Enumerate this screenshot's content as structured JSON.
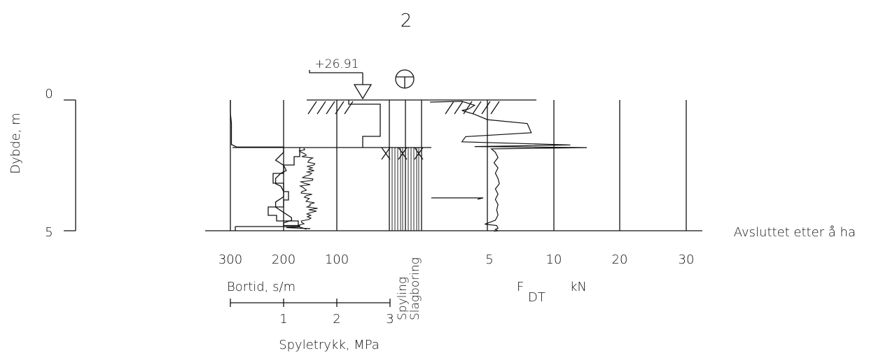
{
  "title": "2",
  "elevation_label": "+26.91",
  "ylabel": "Dybde, m",
  "depth_ticks": [
    "0",
    "5"
  ],
  "bortid": {
    "axis_label": "Bortid, s/m",
    "ticks": [
      "300",
      "200",
      "100"
    ]
  },
  "spyletrykk": {
    "axis_label": "Spyletrykk, MPa",
    "ticks": [
      "1",
      "2",
      "3"
    ]
  },
  "method_labels": [
    "Spyling",
    "Slagboring"
  ],
  "force": {
    "axis_label_main": "F",
    "axis_label_sub": "DT",
    "axis_unit": "kN",
    "ticks": [
      "5",
      "10",
      "20",
      "30"
    ]
  },
  "end_note": "Avsluttet etter å ha",
  "colors": {
    "line": "#111111",
    "background": "#ffffff"
  },
  "chart_data": {
    "type": "line",
    "title": "2",
    "ylabel": "Dybde, m",
    "ylim": [
      0,
      5
    ],
    "series": [
      {
        "name": "Bortid, s/m",
        "x": [
          300,
          300,
          298,
          298,
          288,
          200,
          200,
          205,
          215,
          200,
          195,
          205,
          215,
          215,
          205,
          200,
          200,
          215,
          215,
          200,
          185,
          185,
          200,
          200,
          170,
          170,
          195,
          150
        ],
        "y": [
          0,
          0.5,
          0.9,
          1.7,
          1.8,
          1.8,
          2.0,
          2.1,
          2.3,
          2.5,
          2.7,
          2.8,
          3.0,
          3.2,
          3.3,
          3.5,
          3.7,
          3.9,
          4.1,
          4.3,
          4.5,
          4.6,
          4.7,
          4.8,
          4.8,
          4.85,
          4.88,
          4.92
        ]
      },
      {
        "name": "F_DT kN",
        "x": [
          0.5,
          3,
          4,
          3.5,
          3,
          4,
          5,
          8,
          8.3,
          3.3,
          3,
          12.5,
          4,
          15,
          5.3,
          5.6,
          5.8,
          5.5,
          5.8,
          5.6,
          5.8,
          5.9,
          5.6,
          5.8,
          5.6,
          5.8,
          5.7,
          5.8,
          5.6,
          4.8,
          5.7,
          5.8,
          5.6,
          5.8,
          5.5
        ],
        "y": [
          0.08,
          0.05,
          0.2,
          0.35,
          0.4,
          0.55,
          0.75,
          0.9,
          1.25,
          1.4,
          1.6,
          1.72,
          1.78,
          1.82,
          1.87,
          2.0,
          2.2,
          2.4,
          2.6,
          2.8,
          3.0,
          3.2,
          3.4,
          3.6,
          3.8,
          4.0,
          4.2,
          4.4,
          4.6,
          4.75,
          4.8,
          4.9,
          4.95,
          5.0,
          5.02
        ]
      }
    ]
  }
}
